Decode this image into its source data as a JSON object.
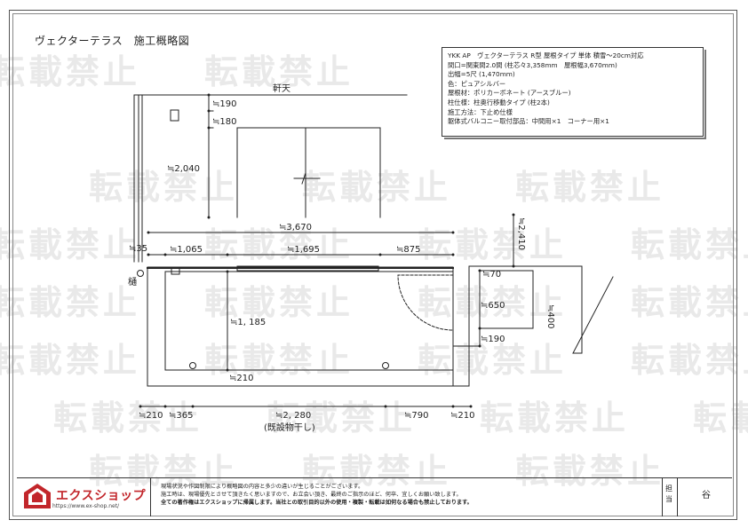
{
  "sheet": {
    "title": "ヴェクターテラス　施工概略図",
    "watermark": "転載禁止"
  },
  "spec_box": {
    "lines": [
      "YKK AP　ヴェクターテラス R型 屋根タイプ 単体 積雪～20cm対応",
      "間口=関東間2.0間 (柱芯々3,358mm　屋根幅3,670mm)",
      "出幅=5尺 (1,470mm)",
      "色：ピュアシルバー",
      "屋根材：ポリカーボネート (アースブルー)",
      "柱仕様：柱奥行移動タイプ (柱2本)",
      "施工方法：下止め仕様",
      "躯体式バルコニー取付部品：中間用×1　コーナー用×1"
    ]
  },
  "drawing": {
    "eaves_label": "軒天",
    "gutter_label": "樋",
    "dims": {
      "d190_top": "≒190",
      "d180": "≒180",
      "d2040": "≒2,040",
      "d3670": "≒3,670",
      "d35": "≒35",
      "d1065": "≒1,065",
      "d1695": "≒1,695",
      "d875": "≒875",
      "d2410": "≒2,410",
      "d70": "≒70",
      "d650": "≒650",
      "d400": "≒400",
      "d190_side": "≒190",
      "d1185": "≒1, 185",
      "d210_inner": "≒210",
      "d210_left": "≒210",
      "d365": "≒365",
      "d2280": "≒2, 280",
      "d790": "≒790",
      "d210_right": "≒210"
    },
    "existing_dryer": "(既設物干し)"
  },
  "footer": {
    "company": "エクスショップ",
    "url": "https://www.ex-shop.net/",
    "notes": [
      "現場状況や作図制限により概略図の内容と多少の違いが生じることがございます。",
      "施工時は、現場優先とさせて頂きたく思いますので、お立会い頂き、最終のご指示のほど、何卒、宜しくお願い致します。",
      "全ての著作権はエクスショップに帰属します。当社との取引目的以外の使用・複製・転載は如何なる場合も禁止しております。"
    ],
    "stamp_label": "担当",
    "stamp_name": "谷"
  }
}
